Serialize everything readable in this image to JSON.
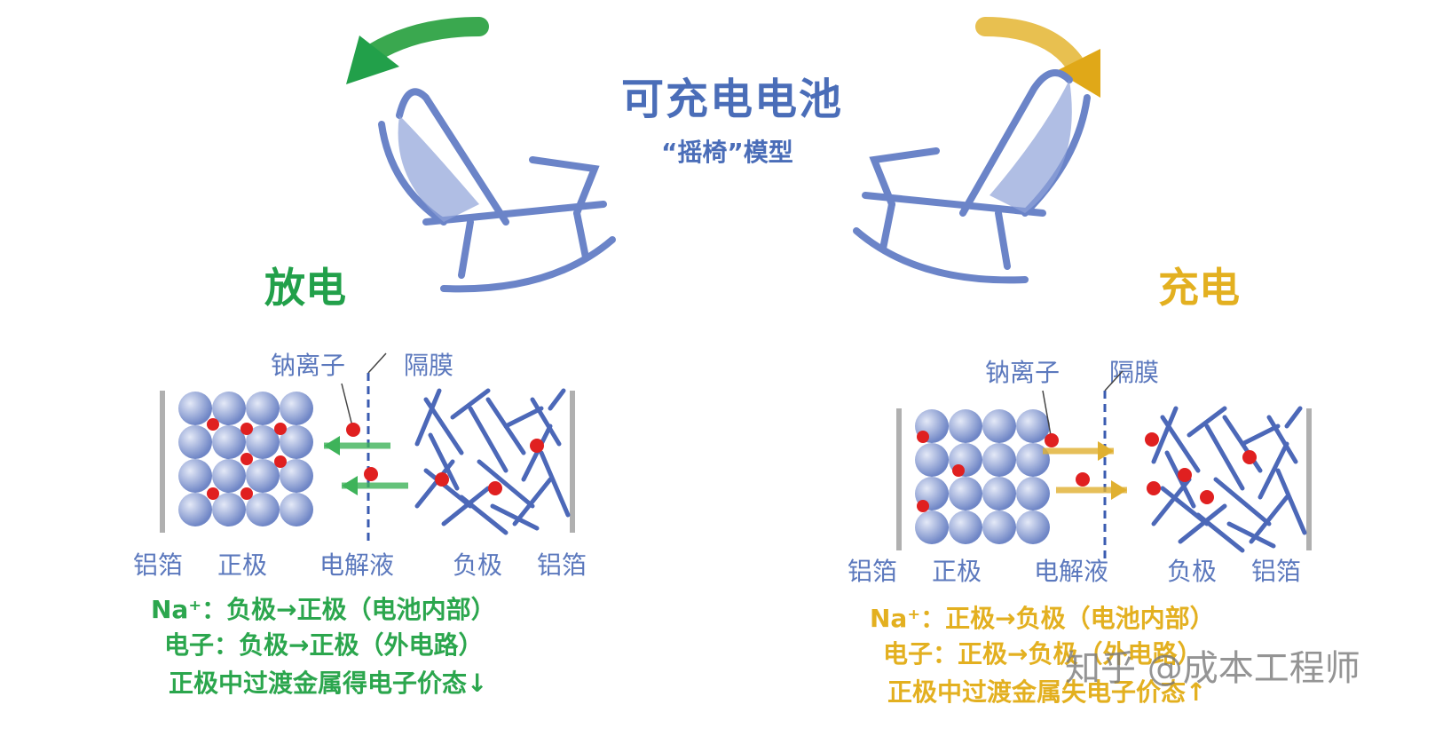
{
  "title": "可充电电池",
  "subtitle": "“摇椅”模型",
  "discharge": {
    "mode_label": "放电",
    "ion_label": "钠离子",
    "separator_label": "隔膜",
    "bottom_labels": [
      "铝箔",
      "正极",
      "电解液",
      "负极",
      "铝箔"
    ],
    "notes": [
      "Na⁺：负极→正极（电池内部）",
      "电子：负极→正极（外电路）",
      "正极中过渡金属得电子价态↓"
    ],
    "accent_color": "#22a04a"
  },
  "charge": {
    "mode_label": "充电",
    "ion_label": "钠离子",
    "separator_label": "隔膜",
    "bottom_labels": [
      "铝箔",
      "正极",
      "电解液",
      "负极",
      "铝箔"
    ],
    "notes": [
      "Na⁺：正极→负极（电池内部）",
      "电子：正极→负极（外电路）",
      "正极中过渡金属失电子价态↑"
    ],
    "accent_color": "#e3b020"
  },
  "colors": {
    "title": "#4a6db8",
    "label": "#5b78bd",
    "sphere": "#6f86c6",
    "ion": "#e02020"
  },
  "watermark": "知乎 @成本工程师"
}
